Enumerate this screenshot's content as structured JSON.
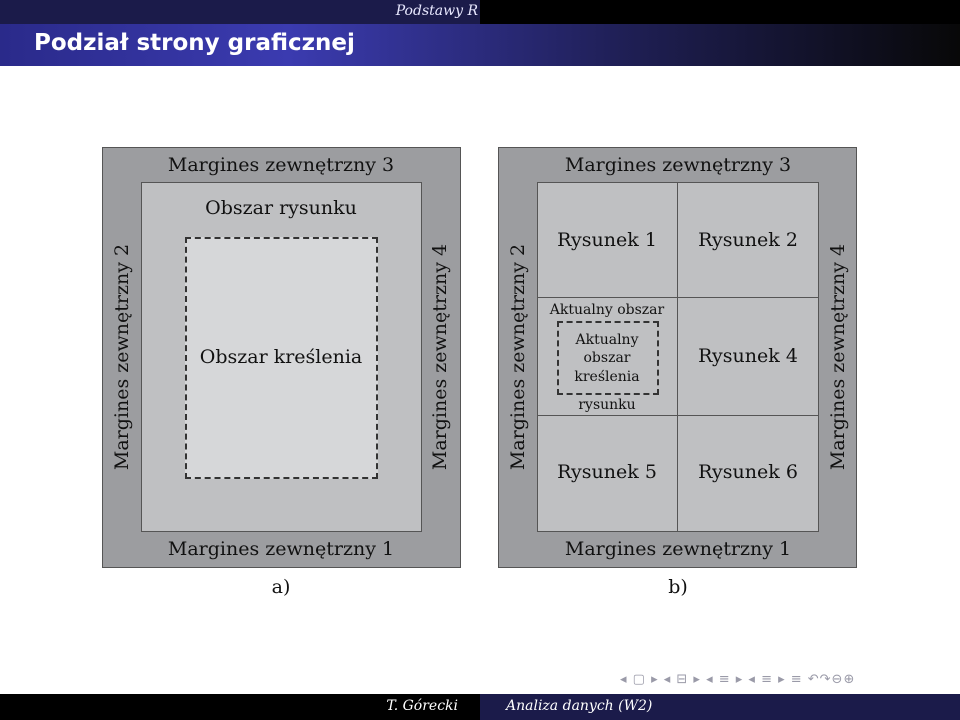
{
  "header": {
    "short_title": "Podstawy R",
    "frame_title": "Podział strony graficznej"
  },
  "diagram_a": {
    "margin_top": "Margines zewnętrzny 3",
    "margin_bottom": "Margines zewnętrzny 1",
    "margin_left": "Margines zewnętrzny 2",
    "margin_right": "Margines zewnętrzny 4",
    "figure_region": "Obszar rysunku",
    "plot_region": "Obszar kreślenia",
    "caption": "a)"
  },
  "diagram_b": {
    "margin_top": "Margines zewnętrzny 3",
    "margin_bottom": "Margines zewnętrzny 1",
    "margin_left": "Margines zewnętrzny 2",
    "margin_right": "Margines zewnętrzny 4",
    "figures": [
      "Rysunek 1",
      "Rysunek 2",
      "Rysunek 4",
      "Rysunek 5",
      "Rysunek 6"
    ],
    "current_figure_top": "Aktualny obszar",
    "current_figure_bottom": "rysunku",
    "current_plot": [
      "Aktualny",
      "obszar",
      "kreślenia"
    ],
    "caption": "b)"
  },
  "navigation": {
    "symbols": "◂ ▢ ▸ ◂ ⊟ ▸ ◂ ≡ ▸ ◂ ≡ ▸  ≡  ↶↷⊖⊕"
  },
  "footer": {
    "author": "T. Górecki",
    "title": "Analiza danych (W2)"
  }
}
